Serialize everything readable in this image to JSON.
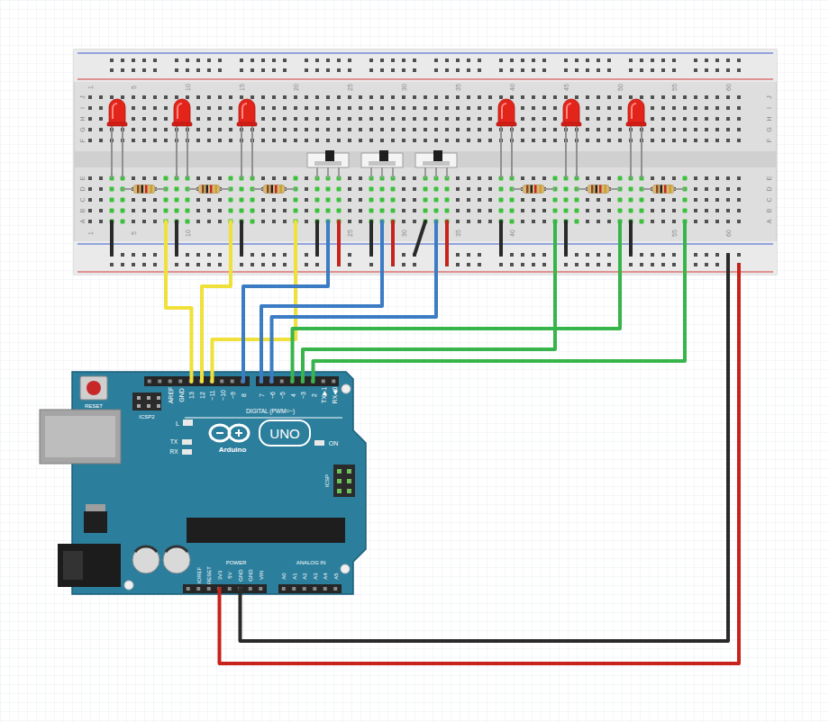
{
  "diagram": {
    "labels": [
      "1",
      "5",
      "10",
      "15",
      "20",
      "25",
      "30",
      "35",
      "40",
      "45",
      "50",
      "55",
      "60",
      "1",
      "5",
      "10",
      "25",
      "30",
      "35",
      "40",
      "55",
      "60",
      "J",
      "I",
      "H",
      "G",
      "F",
      "E",
      "D",
      "C",
      "B",
      "A",
      "J",
      "I",
      "H",
      "G",
      "F",
      "E",
      "D",
      "C",
      "B",
      "A",
      "RESET",
      "ICSP2",
      "AREF",
      "GND",
      "13",
      "12",
      "~11",
      "~10",
      "~9",
      "8",
      "7",
      "~6",
      "~5",
      "4",
      "~3",
      "2",
      "TX▶1",
      "RX◀0",
      "DIGITAL (PWM=~)",
      "L",
      "TX",
      "RX",
      "UNO",
      "Arduino",
      "ON",
      "ICSP",
      "IOREF",
      "RESET",
      "3V3",
      "5V",
      "GND",
      "GND",
      "VIN",
      "POWER",
      "ANALOG IN",
      "A0",
      "A1",
      "A2",
      "A3",
      "A4",
      "A5"
    ]
  }
}
